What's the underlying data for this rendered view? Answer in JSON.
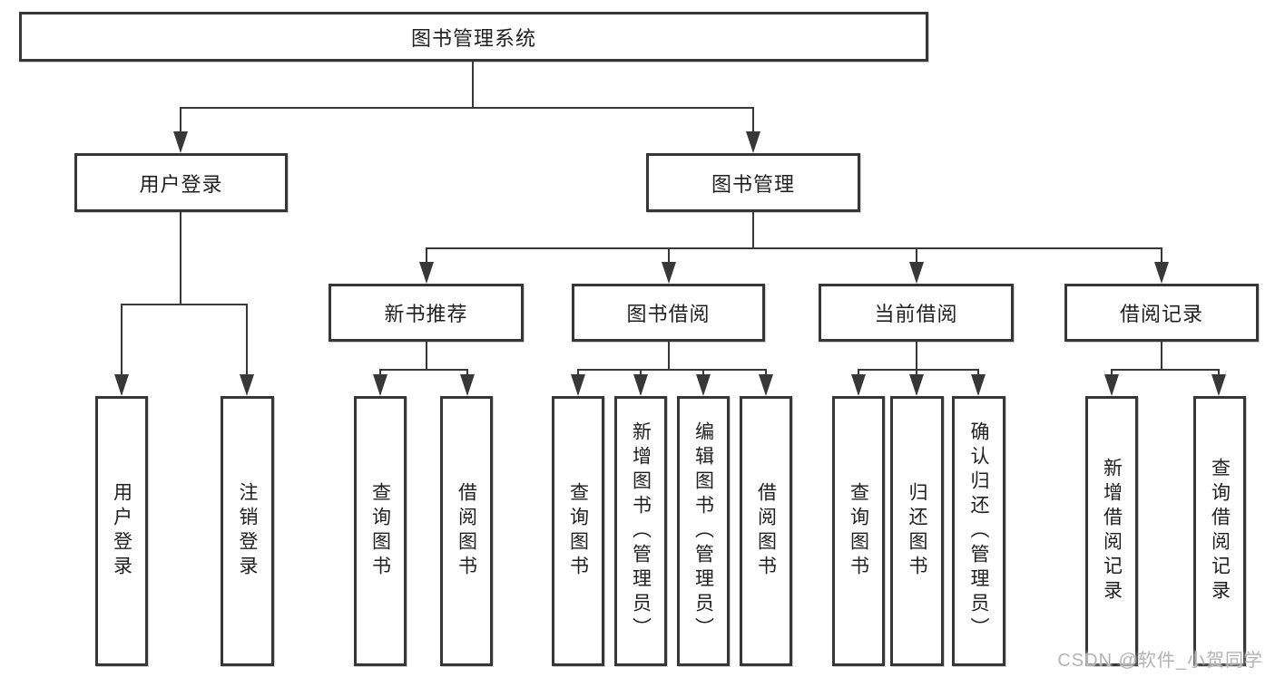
{
  "diagram_type": "tree-hierarchy",
  "watermark": "CSDN @软件_小贺同学",
  "colors": {
    "background": "#ffffff",
    "line": "#383838",
    "border": "#363636",
    "text": "#1f1f1f",
    "watermark_text": "#b3b3b3"
  },
  "tree": {
    "label": "图书管理系统",
    "children": [
      {
        "label": "用户登录",
        "children": [
          {
            "label": "用户登录"
          },
          {
            "label": "注销登录"
          }
        ]
      },
      {
        "label": "图书管理",
        "children": [
          {
            "label": "新书推荐",
            "children": [
              {
                "label": "查询图书"
              },
              {
                "label": "借阅图书"
              }
            ]
          },
          {
            "label": "图书借阅",
            "children": [
              {
                "label": "查询图书"
              },
              {
                "label": "新增图书（管理员）"
              },
              {
                "label": "编辑图书（管理员）"
              },
              {
                "label": "借阅图书"
              }
            ]
          },
          {
            "label": "当前借阅",
            "children": [
              {
                "label": "查询图书"
              },
              {
                "label": "归还图书"
              },
              {
                "label": "确认归还（管理员）"
              }
            ]
          },
          {
            "label": "借阅记录",
            "children": [
              {
                "label": "新增借阅记录"
              },
              {
                "label": "查询借阅记录"
              }
            ]
          }
        ]
      }
    ]
  }
}
